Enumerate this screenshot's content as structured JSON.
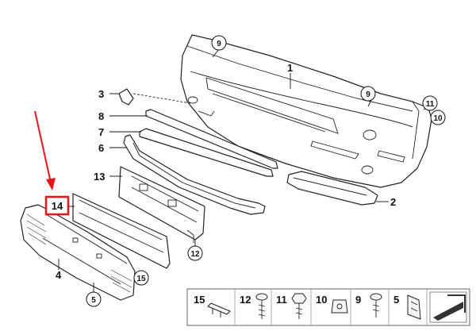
{
  "callouts": {
    "p1": "1",
    "p2": "2",
    "p3": "3",
    "p4": "4",
    "p5": "5",
    "p6": "6",
    "p7": "7",
    "p8": "8",
    "p9a": "9",
    "p9b": "9",
    "p10": "10",
    "p11": "11",
    "p12": "12",
    "p13": "13",
    "p14": "14",
    "p15": "15"
  },
  "legend": [
    {
      "label": "15"
    },
    {
      "label": "12"
    },
    {
      "label": "11"
    },
    {
      "label": "10"
    },
    {
      "label": "9"
    },
    {
      "label": "5"
    }
  ],
  "colors": {
    "highlight": "#e8161b",
    "line": "#222222",
    "background": "#ffffff"
  },
  "icons": {
    "arrow": "red-arrow-icon",
    "exploded_view": "exploded-view-arrow-icon"
  }
}
